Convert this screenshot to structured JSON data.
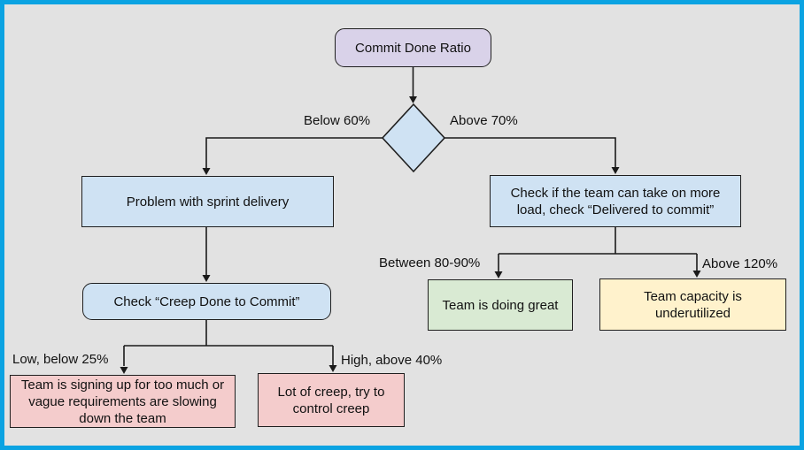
{
  "frame": {
    "border_color": "#0ba3e2",
    "background_color": "#e2e2e2"
  },
  "flowchart": {
    "nodes": {
      "root": {
        "label": "Commit Done Ratio",
        "fill": "#d9d2e9",
        "shape": "rounded-rectangle"
      },
      "decision_diamond": {
        "label": "",
        "fill": "#cfe2f3",
        "shape": "diamond"
      },
      "problem": {
        "label": "Problem with sprint delivery",
        "fill": "#cfe2f3",
        "shape": "rectangle"
      },
      "check_load": {
        "label": "Check if the team can take on more load, check “Delivered to commit”",
        "fill": "#cfe2f3",
        "shape": "rectangle"
      },
      "check_creep": {
        "label": "Check “Creep Done to Commit”",
        "fill": "#cfe2f3",
        "shape": "rounded-rectangle"
      },
      "too_much": {
        "label": "Team is signing up for too much or vague requirements are slowing down the team",
        "fill": "#f4cccc",
        "shape": "rectangle"
      },
      "lot_of_creep": {
        "label": "Lot of creep, try to control creep",
        "fill": "#f4cccc",
        "shape": "rectangle"
      },
      "doing_great": {
        "label": "Team is doing great",
        "fill": "#d9ead3",
        "shape": "rectangle"
      },
      "underutilized": {
        "label": "Team capacity is underutilized",
        "fill": "#fff2cc",
        "shape": "rectangle"
      }
    },
    "edge_labels": {
      "below_60": "Below 60%",
      "above_70": "Above 70%",
      "between_80_90": "Between 80-90%",
      "above_120": "Above 120%",
      "low_below_25": "Low, below 25%",
      "high_above_40": "High, above 40%"
    }
  }
}
